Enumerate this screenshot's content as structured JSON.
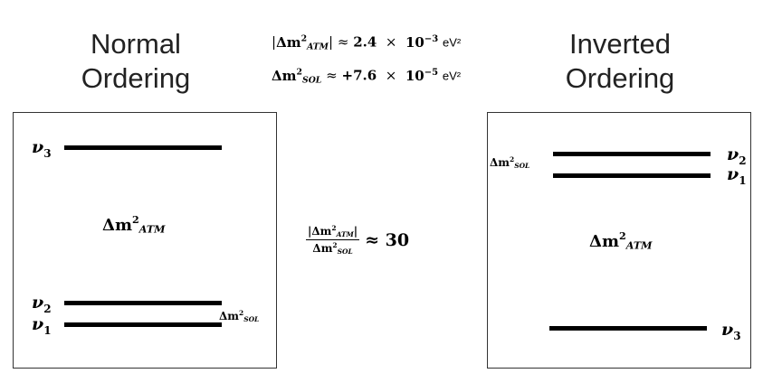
{
  "normal": {
    "heading_line1": "Normal",
    "heading_line2": "Ordering",
    "nu3": "ν",
    "nu3_index": "3",
    "nu2": "ν",
    "nu2_index": "2",
    "nu1": "ν",
    "nu1_index": "1"
  },
  "inverted": {
    "heading_line1": "Inverted",
    "heading_line2": "Ordering",
    "nu2": "ν",
    "nu2_index": "2",
    "nu1": "ν",
    "nu1_index": "1",
    "nu3": "ν",
    "nu3_index": "3"
  },
  "symbols": {
    "delta_m": "Δm",
    "squared": "2",
    "atm": "ATM",
    "sol": "SOL"
  },
  "formulas": {
    "atm_value": "|Δm²ATM| ≈ 2.4 × 10⁻³ eV²",
    "atm_lhs_open": "|",
    "atm_lhs_close": "|",
    "approx": "≈",
    "atm_mantissa": "2.4",
    "times": "×",
    "ten": "10",
    "atm_exp": "−3",
    "unit": "eV²",
    "sol_mantissa": "+7.6",
    "sol_exp": "−5",
    "ratio_result": "30"
  }
}
